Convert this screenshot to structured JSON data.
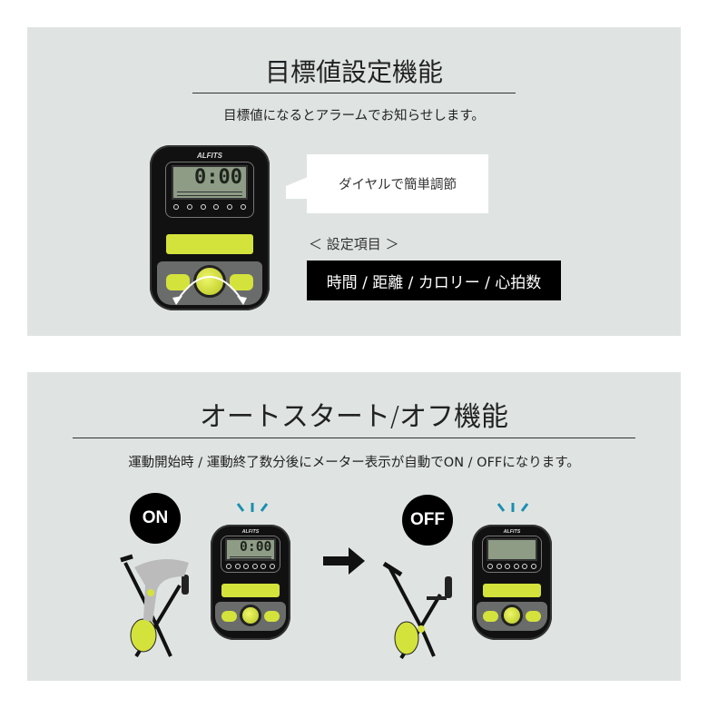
{
  "section1": {
    "title": "目標値設定機能",
    "subtitle": "目標値になるとアラームでお知らせします。",
    "bubble": "ダイヤルで簡単調節",
    "items_label": "＜ 設定項目 ＞",
    "items": "時間 / 距離 / カロリー / 心拍数"
  },
  "section2": {
    "title": "オートスタート/オフ機能",
    "subtitle": "運動開始時 / 運動終了数分後にメーター表示が自動でON / OFFになります。",
    "on_badge": "ON",
    "off_badge": "OFF"
  },
  "device": {
    "brand": "ALFITS",
    "display_time": "0:00"
  },
  "colors": {
    "panel": "#dfe4e3",
    "accent": "#d4e23c",
    "tick": "#1a8fb0"
  }
}
